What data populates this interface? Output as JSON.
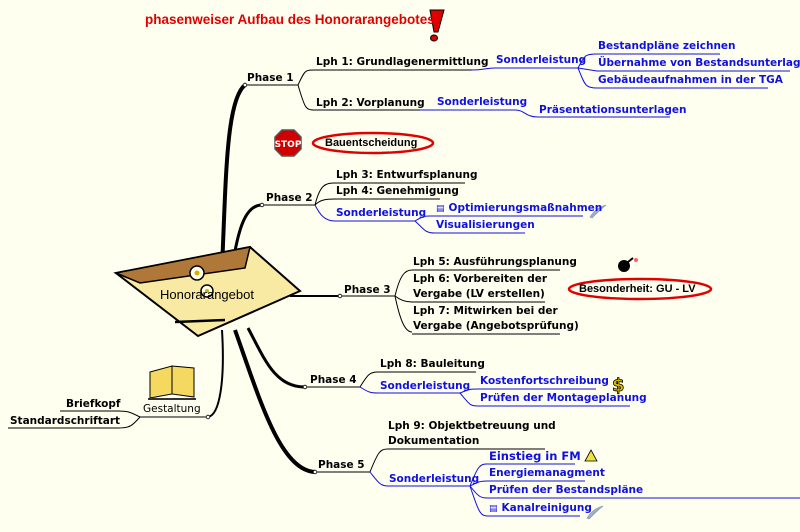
{
  "title": "phasenweiser Aufbau des Honorarangebotes",
  "center": {
    "label": "Honorarangebot",
    "icon": "envelope-icon"
  },
  "phase1": {
    "label": "Phase 1",
    "lph1": "Lph 1: Grundlagenermittlung",
    "lph1_sonder": "Sonderleistung",
    "lph1_items": [
      "Bestandpläne zeichnen",
      "Übernahme von Bestandsunterlagen",
      "Gebäudeaufnahmen in der TGA"
    ],
    "lph2": "Lph 2: Vorplanung",
    "lph2_sonder": "Sonderleistung",
    "lph2_items": [
      "Präsentationsunterlagen"
    ]
  },
  "decision": {
    "label": "Bauentscheidung",
    "icon": "stop-sign-icon",
    "stop_text": "STOP"
  },
  "phase2": {
    "label": "Phase 2",
    "lph3": "Lph 3: Entwurfsplanung",
    "lph4": "Lph 4: Genehmigung",
    "sonder": "Sonderleistung",
    "items": [
      "Optimierungsmaßnahmen",
      "Visualisierungen"
    ]
  },
  "phase3": {
    "label": "Phase 3",
    "lph5": "Lph 5: Ausführungsplanung",
    "lph6_line1": "Lph 6: Vorbereiten der",
    "lph6_line2": "Vergabe (LV erstellen)",
    "lph7_line1": "Lph 7: Mitwirken bei der",
    "lph7_line2": "Vergabe (Angebotsprüfung)",
    "special": "Besonderheit: GU - LV"
  },
  "phase4": {
    "label": "Phase 4",
    "lph8": "Lph 8: Bauleitung",
    "sonder": "Sonderleistung",
    "items": [
      "Kostenfortschreibung",
      "Prüfen der Montageplanung"
    ]
  },
  "phase5": {
    "label": "Phase 5",
    "lph9_line1": "Lph 9: Objektbetreuung und",
    "lph9_line2": "Dokumentation",
    "sonder": "Sonderleistung",
    "items": [
      "Einstieg in FM",
      "Energiemanagment",
      "Prüfen der Bestandspläne",
      "Kanalreinigung"
    ]
  },
  "gestaltung": {
    "label": "Gestaltung",
    "items": [
      "Briefkopf",
      "Standardschriftart"
    ]
  },
  "colors": {
    "title": "#e00000",
    "link_blue": "#1010e0",
    "background": "#fffff0",
    "oval": "#e00000"
  }
}
